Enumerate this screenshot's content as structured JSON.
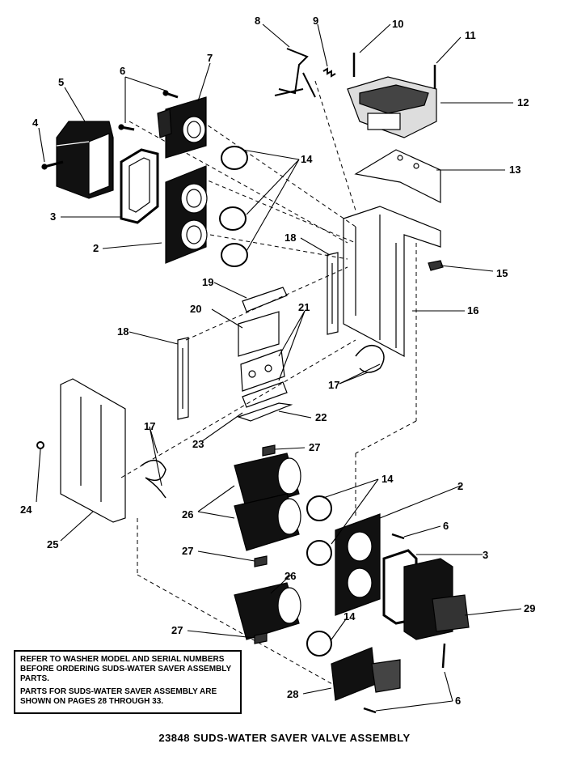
{
  "callouts": {
    "c1": "5",
    "c2": "4",
    "c3": "6",
    "c4": "7",
    "c5": "3",
    "c6": "2",
    "c7": "8",
    "c8": "9",
    "c9": "10",
    "c10": "11",
    "c11": "12",
    "c12": "13",
    "c13": "14",
    "c14": "18",
    "c15": "15",
    "c16": "19",
    "c17": "16",
    "c18": "20",
    "c19": "21",
    "c20": "18",
    "c21": "17",
    "c22": "22",
    "c23": "23",
    "c24": "17",
    "c25": "27",
    "c26": "14",
    "c27": "2",
    "c28": "24",
    "c29": "26",
    "c30": "6",
    "c31": "25",
    "c32": "3",
    "c33": "27",
    "c34": "26",
    "c35": "29",
    "c36": "14",
    "c37": "27",
    "c38": "28",
    "c39": "6"
  },
  "note": {
    "line1": "REFER TO WASHER MODEL AND SERIAL NUMBERS BEFORE ORDERING SUDS-WATER SAVER ASSEMBLY PARTS.",
    "line2": "PARTS FOR SUDS-WATER SAVER ASSEMBLY ARE SHOWN ON PAGES 28 through 33."
  },
  "caption": "23848 SUDS-WATER SAVER VALVE ASSEMBLY"
}
